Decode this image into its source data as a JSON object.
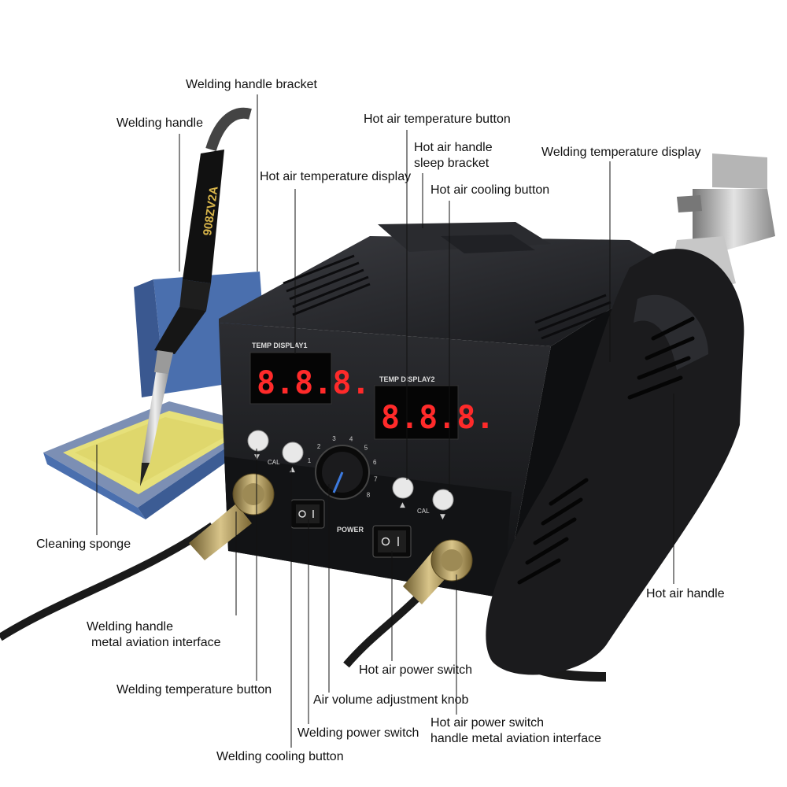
{
  "labels": {
    "welding_handle_bracket": "Welding handle bracket",
    "welding_handle": "Welding handle",
    "hot_air_temp_button": "Hot air temperature button",
    "hot_air_handle_sleep_bracket_1": "Hot air handle",
    "hot_air_handle_sleep_bracket_2": "sleep bracket",
    "welding_temp_display": "Welding temperature display",
    "hot_air_temp_display": "Hot air temperature display",
    "hot_air_cooling_button": "Hot air cooling button",
    "cleaning_sponge": "Cleaning sponge",
    "welding_handle_interface_1": "Welding handle",
    "welding_handle_interface_2": "metal aviation interface",
    "hot_air_handle": "Hot air handle",
    "hot_air_power_switch": "Hot air power switch",
    "welding_temp_button": "Welding temperature button",
    "air_volume_knob": "Air volume adjustment knob",
    "hot_air_interface_1": "Hot air power switch",
    "hot_air_interface_2": "handle metal aviation interface",
    "welding_power_switch": "Welding power switch",
    "welding_cooling_button": "Welding cooling button"
  },
  "device": {
    "display1_caption": "TEMP DISPLAY1",
    "display2_caption": "TEMP DISPLAY2",
    "display1_value": "8.8.8.",
    "display2_value": "8.8.8.",
    "cal_label_left": "CAL",
    "cal_label_right": "CAL",
    "power_label": "POWER",
    "handle_brand": "908ZV2A",
    "knob_scale": [
      "1",
      "2",
      "3",
      "4",
      "5",
      "6",
      "7",
      "8"
    ]
  },
  "colors": {
    "station_body": "#1c1d20",
    "display_red": "#ff2a2a",
    "stand_blue": "#4a6fae",
    "sponge_yellow": "#e6e07a"
  }
}
